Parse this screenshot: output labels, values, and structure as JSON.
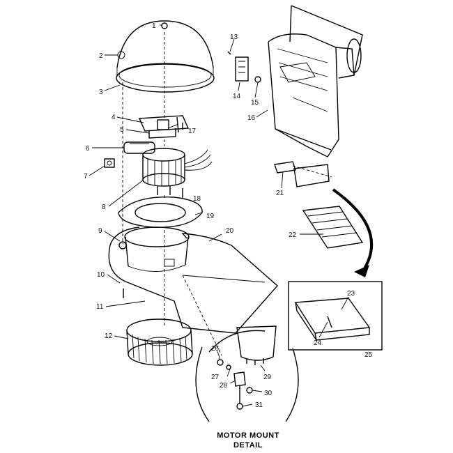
{
  "diagram": {
    "callouts": [
      "1",
      "2",
      "3",
      "4",
      "5",
      "17",
      "6",
      "7",
      "8",
      "18",
      "19",
      "9",
      "20",
      "10",
      "11",
      "12",
      "13",
      "14",
      "15",
      "16",
      "21",
      "22",
      "23",
      "24",
      "25",
      "26",
      "27",
      "28",
      "29",
      "30",
      "31"
    ],
    "detail_title_line1": "MOTOR MOUNT",
    "detail_title_line2": "DETAIL"
  }
}
